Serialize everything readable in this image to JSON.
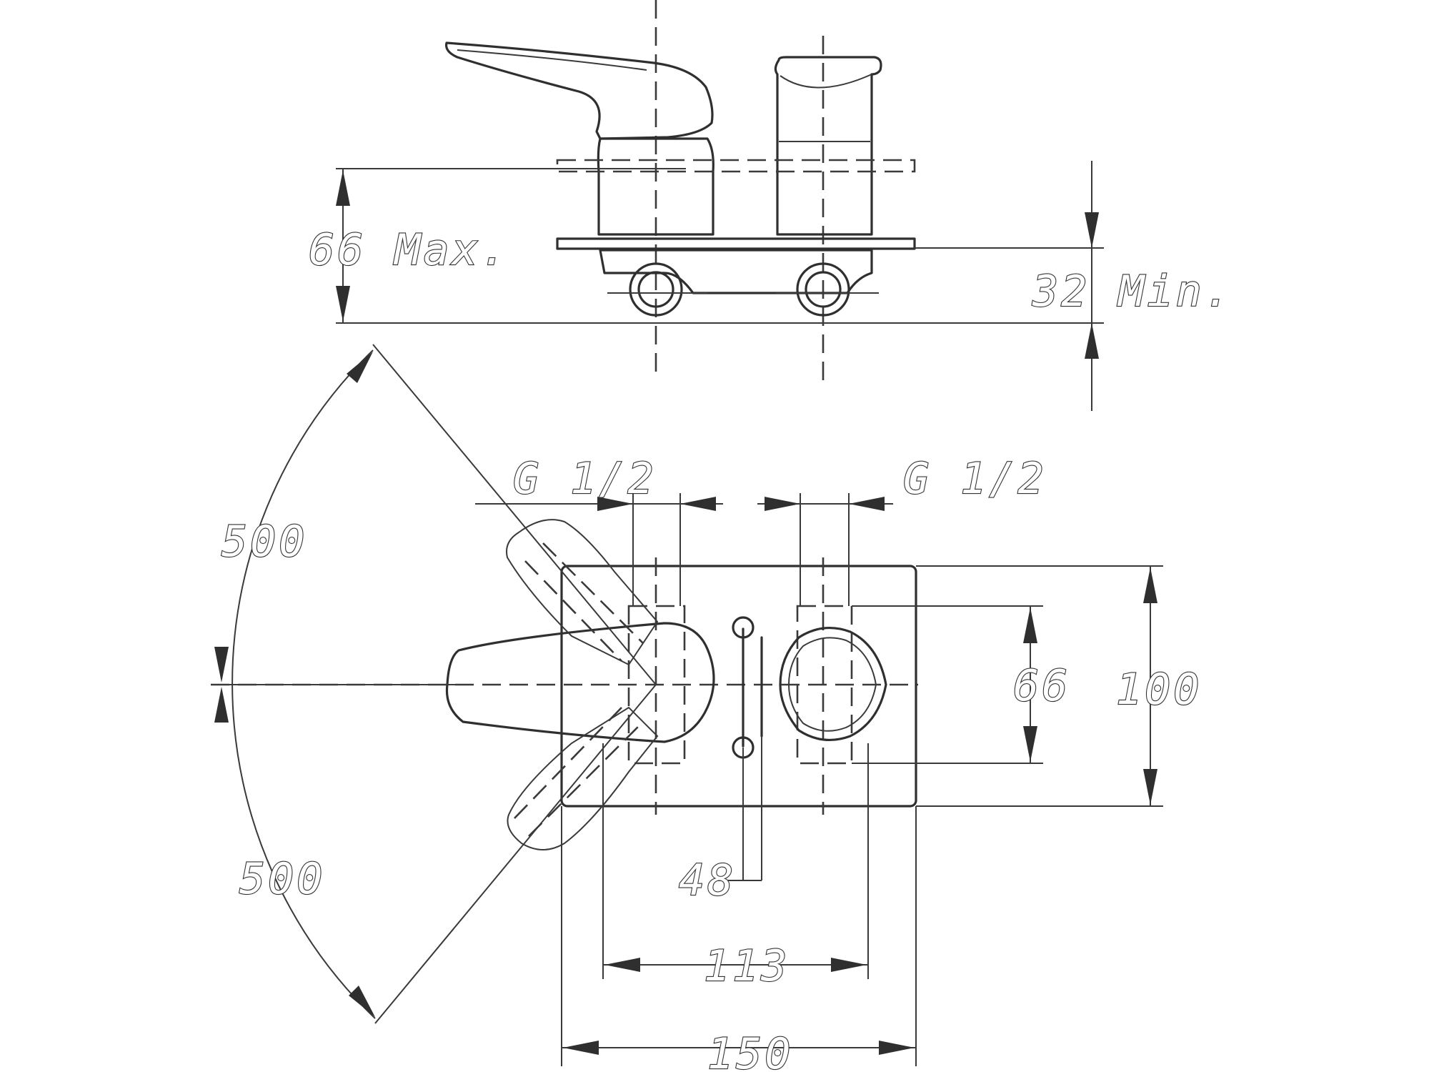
{
  "dimensions": {
    "height_max": "66 Max.",
    "clearance_min": "32 Min.",
    "thread_left": "G 1/2",
    "thread_right": "G 1/2",
    "swing_upper": "500",
    "swing_lower": "500",
    "body_height_inner": "66",
    "plate_height": "100",
    "center_offset": "48",
    "inlet_spacing": "113",
    "plate_width": "150"
  }
}
